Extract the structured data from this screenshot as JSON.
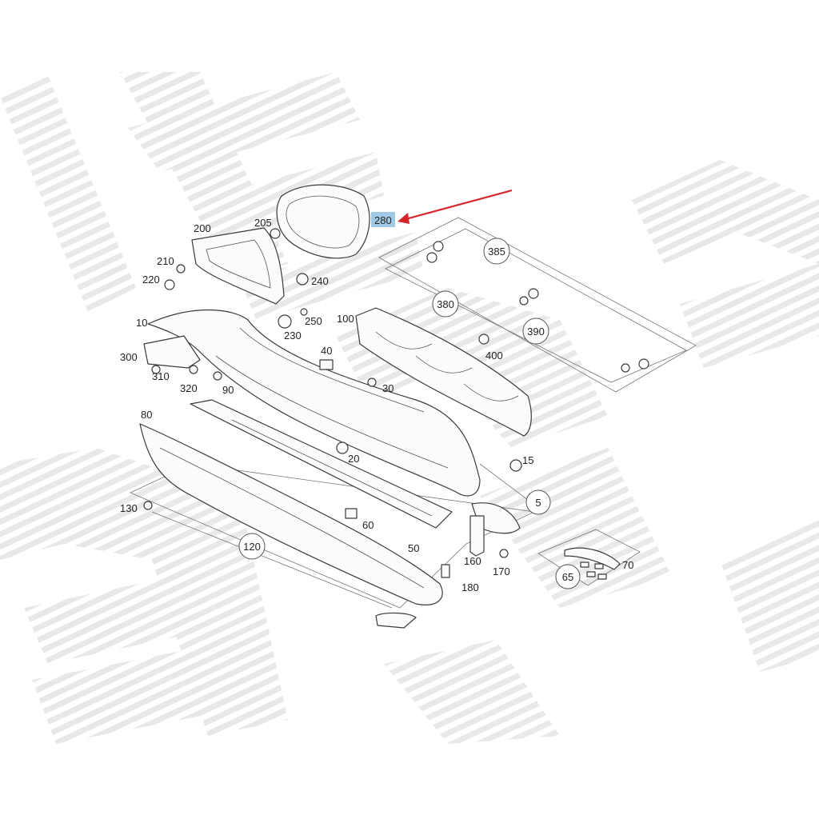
{
  "diagram": {
    "callouts": [
      {
        "id": "c10",
        "text": "10"
      },
      {
        "id": "c15",
        "text": "15"
      },
      {
        "id": "c20",
        "text": "20"
      },
      {
        "id": "c30",
        "text": "30"
      },
      {
        "id": "c40",
        "text": "40"
      },
      {
        "id": "c50",
        "text": "50"
      },
      {
        "id": "c60",
        "text": "60"
      },
      {
        "id": "c70",
        "text": "70"
      },
      {
        "id": "c80",
        "text": "80"
      },
      {
        "id": "c90",
        "text": "90"
      },
      {
        "id": "c100",
        "text": "100"
      },
      {
        "id": "c130",
        "text": "130"
      },
      {
        "id": "c160",
        "text": "160"
      },
      {
        "id": "c170",
        "text": "170"
      },
      {
        "id": "c180",
        "text": "180"
      },
      {
        "id": "c200",
        "text": "200"
      },
      {
        "id": "c205",
        "text": "205"
      },
      {
        "id": "c210",
        "text": "210"
      },
      {
        "id": "c220",
        "text": "220"
      },
      {
        "id": "c230",
        "text": "230"
      },
      {
        "id": "c240",
        "text": "240"
      },
      {
        "id": "c250",
        "text": "250"
      },
      {
        "id": "c300",
        "text": "300"
      },
      {
        "id": "c310",
        "text": "310"
      },
      {
        "id": "c320",
        "text": "320"
      },
      {
        "id": "c400",
        "text": "400"
      }
    ],
    "circled_callouts": [
      {
        "id": "k5",
        "text": "5"
      },
      {
        "id": "k65",
        "text": "65"
      },
      {
        "id": "k120",
        "text": "120"
      },
      {
        "id": "k380",
        "text": "380"
      },
      {
        "id": "k385",
        "text": "385"
      },
      {
        "id": "k390",
        "text": "390"
      }
    ],
    "highlighted_callout": {
      "text": "280",
      "highlight_color": "#9fc9e6"
    },
    "arrow_color": "#d6262b",
    "watermark_color": "#e6e6e6"
  }
}
